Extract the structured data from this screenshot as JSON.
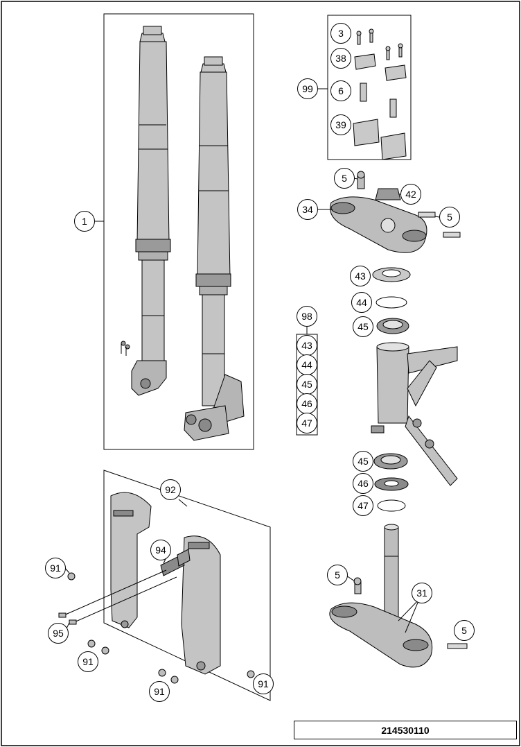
{
  "callouts": {
    "c1": "1",
    "c3": "3",
    "c38": "38",
    "c99": "99",
    "c6": "6",
    "c39": "39",
    "c5a": "5",
    "c42": "42",
    "c34": "34",
    "c5b": "5",
    "c43": "43",
    "c44": "44",
    "c45a": "45",
    "c98": "98",
    "k43": "43",
    "k44": "44",
    "k45": "45",
    "k46": "46",
    "k47": "47",
    "c45b": "45",
    "c46": "46",
    "c47": "47",
    "c5c": "5",
    "c31": "31",
    "c5d": "5",
    "c92": "92",
    "c94": "94",
    "c91a": "91",
    "c95": "95",
    "c91b": "91",
    "c91c": "91",
    "c91d": "91"
  },
  "diagram_number": "214530110",
  "colors": {
    "line": "#000000",
    "part": "#bdbdbd",
    "part_dark": "#8a8a8a",
    "part_light": "#e2e2e2"
  }
}
